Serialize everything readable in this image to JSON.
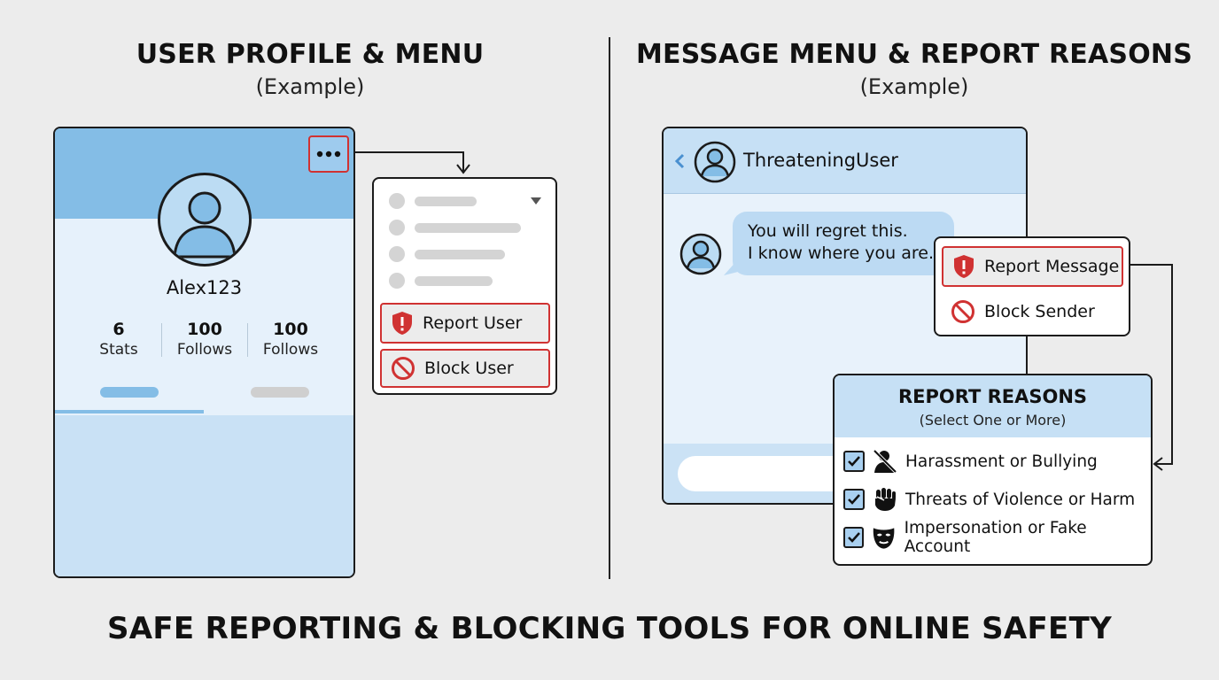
{
  "left_panel": {
    "title": "USER PROFILE & MENU",
    "subtitle": "(Example)",
    "profile": {
      "username": "Alex123",
      "more_icon": "more-horizontal-icon",
      "avatar_icon": "user-avatar-icon",
      "stats": [
        {
          "value": "6",
          "label": "Stats"
        },
        {
          "value": "100",
          "label": "Follows"
        },
        {
          "value": "100",
          "label": "Follows"
        }
      ]
    },
    "menu": {
      "report_label": "Report User",
      "report_icon": "shield-alert-icon",
      "block_label": "Block User",
      "block_icon": "block-icon"
    }
  },
  "right_panel": {
    "title": "MESSAGE MENU & REPORT REASONS",
    "subtitle": "(Example)",
    "chat": {
      "username": "ThreateningUser",
      "back_icon": "chevron-left-icon",
      "message_line1": "You will regret this.",
      "message_line2": "I know where you are."
    },
    "message_menu": {
      "report_label": "Report Message",
      "report_icon": "shield-alert-icon",
      "block_label": "Block Sender",
      "block_icon": "block-icon"
    },
    "report_reasons": {
      "title": "REPORT REASONS",
      "subtitle": "(Select One or More)",
      "items": [
        {
          "label": "Harassment or Bullying",
          "checked": true,
          "icon": "user-slash-icon"
        },
        {
          "label": "Threats of Violence or Harm",
          "checked": true,
          "icon": "fist-icon"
        },
        {
          "label": "Impersonation or Fake Account",
          "checked": true,
          "icon": "mask-icon"
        }
      ]
    }
  },
  "footer": {
    "title": "SAFE REPORTING & BLOCKING TOOLS FOR ONLINE SAFETY"
  },
  "colors": {
    "alert_red": "#d03232",
    "banner_blue": "#84bde6",
    "light_blue": "#c6e0f5",
    "checkbox_blue": "#a9d0f0"
  }
}
